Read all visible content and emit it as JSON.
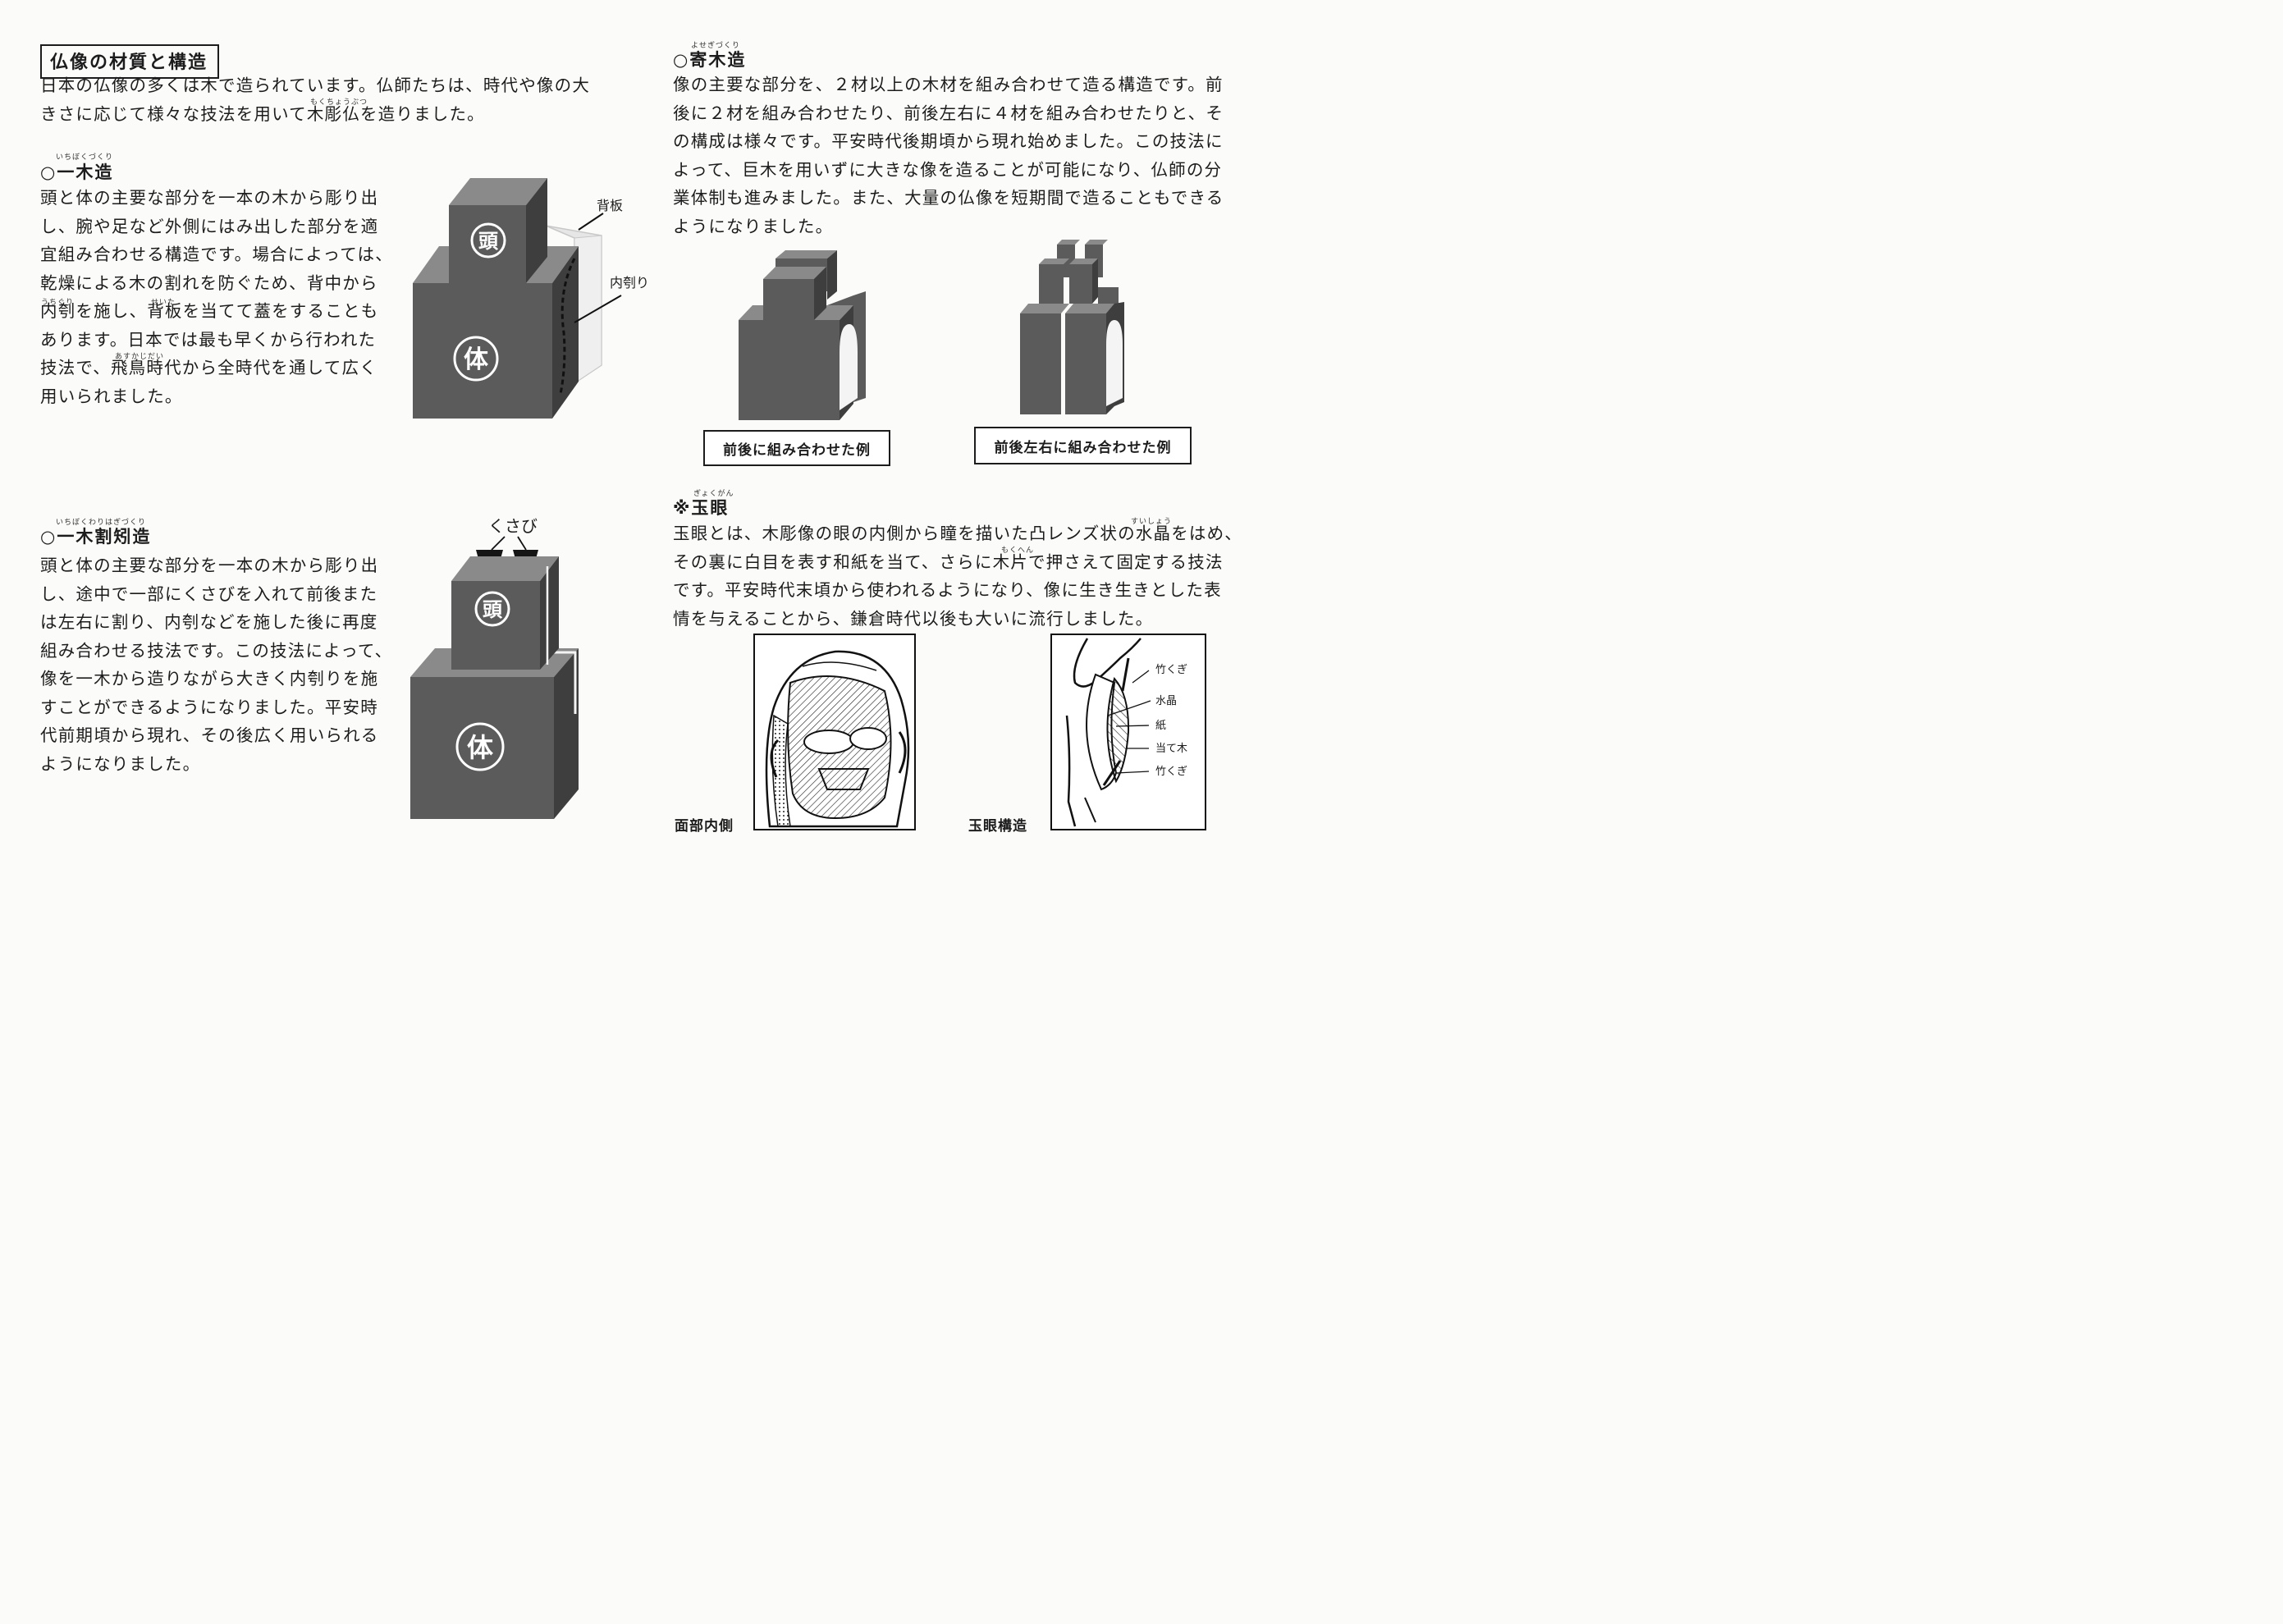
{
  "page": {
    "title": "仏像の材質と構造",
    "intro": [
      "日本の仏像の多くは木で造られています。仏師たちは、時代や像の大",
      "きさに応じて様々な技法を用いて木彫仏を造りました。"
    ],
    "intro_ruby": "もくちょうぶつ"
  },
  "ichiboku": {
    "ruby": "いちぼくづくり",
    "heading": "○一木造",
    "lines": [
      "頭と体の主要な部分を一本の木から彫り出",
      "し、腕や足など外側にはみ出した部分を適",
      "宜組み合わせる構造です。場合によっては、",
      "乾燥による木の割れを防ぐため、背中から",
      "内刳を施し、背板を当てて蓋をすることも",
      "あります。日本では最も早くから行われた",
      "技法で、飛鳥時代から全時代を通して広く",
      "用いられました。"
    ],
    "ruby_uchiguri": "うちぐり",
    "ruby_seita": "せいた",
    "ruby_asuka": "あすかじだい",
    "figure": {
      "head_char": "頭",
      "body_char": "体",
      "label_seita": "背板",
      "label_uchiguri": "内刳り"
    }
  },
  "ichiboku_warihagi": {
    "ruby": "いちぼくわりはぎづくり",
    "heading": "○一木割矧造",
    "lines": [
      "頭と体の主要な部分を一本の木から彫り出",
      "し、途中で一部にくさびを入れて前後また",
      "は左右に割り、内刳などを施した後に再度",
      "組み合わせる技法です。この技法によって、",
      "像を一木から造りながら大きく内刳りを施",
      "すことができるようになりました。平安時",
      "代前期頃から現れ、その後広く用いられる",
      "ようになりました。"
    ],
    "figure": {
      "label_kusabi": "くさび",
      "head_char": "頭",
      "body_char": "体"
    }
  },
  "yosegi": {
    "ruby": "よせぎづくり",
    "heading": "○寄木造",
    "lines": [
      "像の主要な部分を、２材以上の木材を組み合わせて造る構造です。前",
      "後に２材を組み合わせたり、前後左右に４材を組み合わせたりと、そ",
      "の構成は様々です。平安時代後期頃から現れ始めました。この技法に",
      "よって、巨木を用いずに大きな像を造ることが可能になり、仏師の分",
      "業体制も進みました。また、大量の仏像を短期間で造ることもできる",
      "ようになりました。"
    ],
    "captions": [
      "前後に組み合わせた例",
      "前後左右に組み合わせた例"
    ]
  },
  "gyokugan": {
    "ruby": "ぎょくがん",
    "heading": "※玉眼",
    "lines": [
      "玉眼とは、木彫像の眼の内側から瞳を描いた凸レンズ状の水晶をはめ、",
      "その裏に白目を表す和紙を当て、さらに木片で押さえて固定する技法",
      "です。平安時代末頃から使われるようになり、像に生き生きとした表",
      "情を与えることから、鎌倉時代以後も大いに流行しました。"
    ],
    "ruby_suisho": "すいしょう",
    "ruby_mokuhen": "もくへん",
    "figures": {
      "face_caption": "面部内側",
      "eye_caption": "玉眼構造",
      "eye_labels": [
        "竹くぎ",
        "水晶",
        "紙",
        "当て木",
        "竹くぎ"
      ]
    }
  },
  "colors": {
    "block_front": "#5b5b5b",
    "block_side": "#3e3e3e",
    "block_top": "#8a8a8a",
    "panel": "#e4e4e4"
  }
}
